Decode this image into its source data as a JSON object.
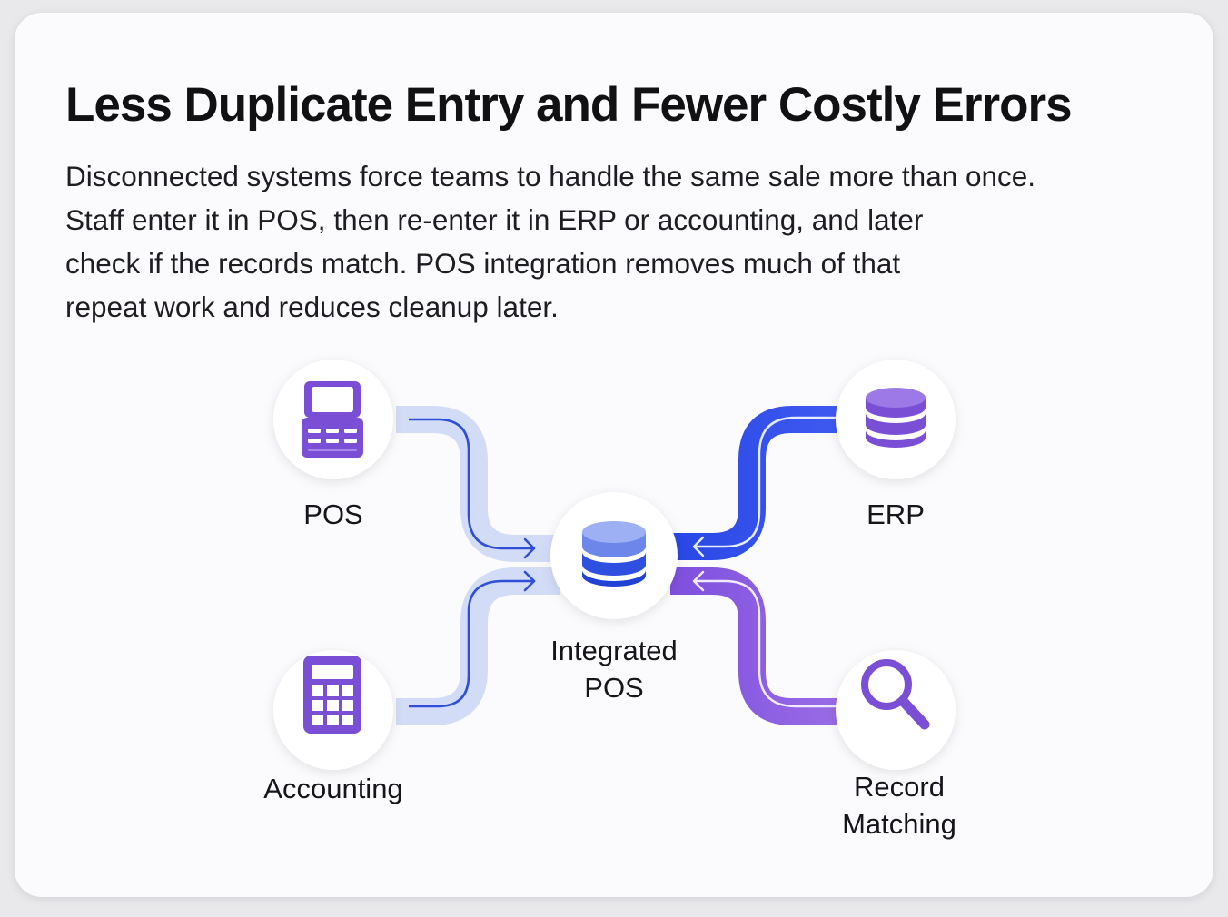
{
  "heading": "Less Duplicate Entry and Fewer Costly Errors",
  "description": {
    "lines": [
      "Disconnected systems force teams to handle the same sale more than once.",
      "Staff enter it in POS, then re-enter it in ERP or accounting, and later",
      "check if the records match. POS integration removes much of that",
      "repeat work and reduces cleanup later."
    ]
  },
  "nodes": {
    "pos": {
      "label": "POS",
      "icon": "cash-register-icon"
    },
    "accounting": {
      "label": "Accounting",
      "icon": "calculator-icon"
    },
    "center": {
      "label_line1": "Integrated",
      "label_line2": "POS",
      "icon": "database-icon"
    },
    "erp": {
      "label": "ERP",
      "icon": "database-icon"
    },
    "record_matching": {
      "label_line1": "Record",
      "label_line2": "Matching",
      "icon": "magnifier-icon"
    }
  },
  "colors": {
    "purple": "#7a4fd6",
    "blue": "#2f4fe0",
    "light_blue": "#cdd8f6",
    "violet_flow": "#8f5fe0"
  }
}
